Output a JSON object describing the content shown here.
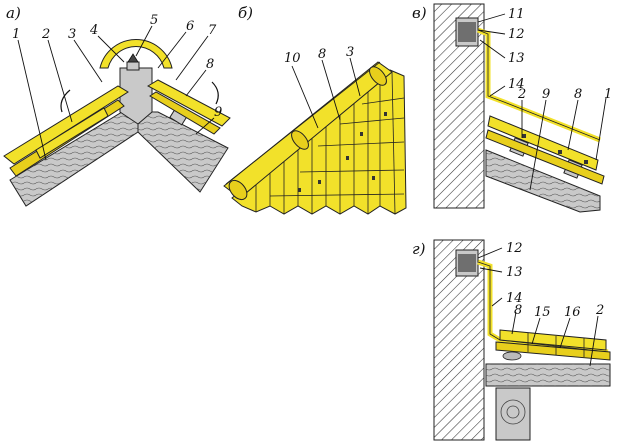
{
  "panels": [
    {
      "id": "a",
      "label": "а)"
    },
    {
      "id": "b",
      "label": "б)"
    },
    {
      "id": "v",
      "label": "в)"
    },
    {
      "id": "g",
      "label": "г)"
    }
  ],
  "callouts": {
    "a": [
      "1",
      "2",
      "3",
      "4",
      "5",
      "6",
      "7",
      "8",
      "9"
    ],
    "b": [
      "10",
      "8",
      "3"
    ],
    "v": [
      "11",
      "12",
      "13",
      "14",
      "2",
      "9",
      "8",
      "1"
    ],
    "g": [
      "12",
      "13",
      "14",
      "8",
      "15",
      "16",
      "2"
    ]
  },
  "colors": {
    "tile": "#f2e12a",
    "outline": "#222222",
    "hatch": "#333333",
    "background": "#ffffff"
  }
}
